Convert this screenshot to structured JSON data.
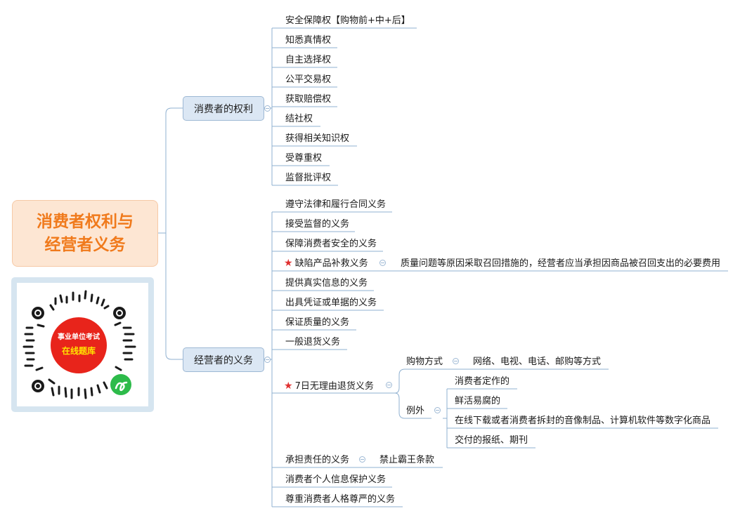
{
  "root": {
    "line1": "消费者权利与",
    "line2": "经营者义务"
  },
  "qr": {
    "badge_line1": "事业单位考试",
    "badge_line2": "在线题库"
  },
  "colors": {
    "accent": "#f07a1c",
    "branch_fill": "#dbe7f4",
    "line": "#8fb0d0",
    "star": "#e03030",
    "badge": "#e8241b",
    "badge_text": "#ffe300"
  },
  "branches": {
    "rights": {
      "label": "消费者的权利",
      "items": [
        "安全保障权【购物前+中+后】",
        "知悉真情权",
        "自主选择权",
        "公平交易权",
        "获取赔偿权",
        "结社权",
        "获得相关知识权",
        "受尊重权",
        "监督批评权"
      ]
    },
    "duties": {
      "label": "经营者的义务",
      "items": [
        "遵守法律和履行合同义务",
        "接受监督的义务",
        "保障消费者安全的义务",
        "缺陷产品补救义务",
        "提供真实信息的义务",
        "出具凭证或单据的义务",
        "保证质量的义务",
        "一般退货义务",
        "7日无理由退货义务",
        "承担责任的义务",
        "消费者个人信息保护义务",
        "尊重消费者人格尊严的义务"
      ],
      "defect_note": "质量问题等原因采取召回措施的，经营者应当承担因商品被召回支出的必要费用",
      "return7": {
        "purchase_label": "购物方式",
        "purchase_value": "网络、电视、电话、邮购等方式",
        "exception_label": "例外",
        "exceptions": [
          "消费者定作的",
          "鲜活易腐的",
          "在线下载或者消费者拆封的音像制品、计算机软件等数字化商品",
          "交付的报纸、期刊"
        ]
      },
      "liability_note": "禁止霸王条款"
    }
  }
}
